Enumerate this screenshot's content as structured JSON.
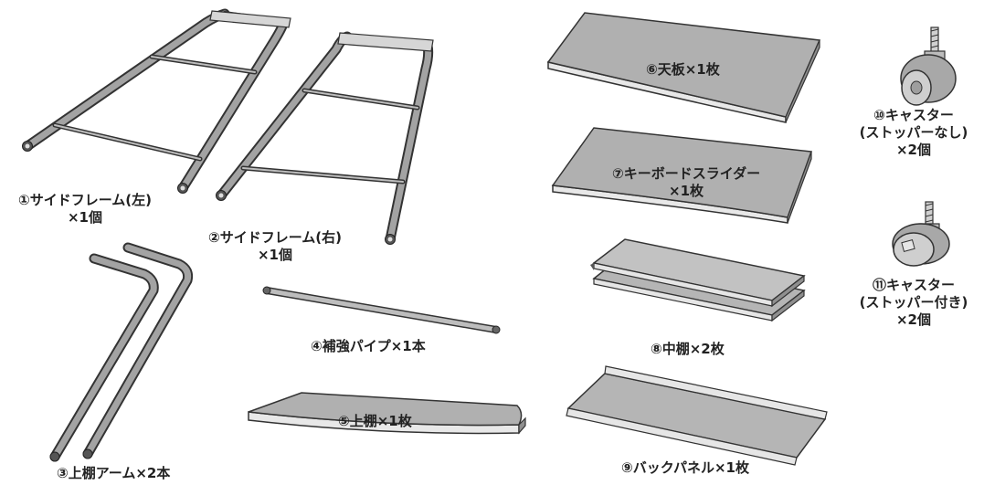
{
  "parts": [
    {
      "id": "side-frame-left",
      "lines": [
        "①サイドフレーム(左)",
        "×1個"
      ]
    },
    {
      "id": "side-frame-right",
      "lines": [
        "②サイドフレーム(右)",
        "×1個"
      ]
    },
    {
      "id": "upper-shelf-arm",
      "lines": [
        "③上棚アーム×2本"
      ]
    },
    {
      "id": "reinforcement-pipe",
      "lines": [
        "④補強パイプ×1本"
      ]
    },
    {
      "id": "upper-shelf",
      "lines": [
        "⑤上棚×1枚"
      ]
    },
    {
      "id": "top-board",
      "lines": [
        "⑥天板×1枚"
      ]
    },
    {
      "id": "keyboard-slider",
      "lines": [
        "⑦キーボードスライダー",
        "×1枚"
      ]
    },
    {
      "id": "middle-shelf",
      "lines": [
        "⑧中棚×2枚"
      ]
    },
    {
      "id": "back-panel",
      "lines": [
        "⑨バックパネル×1枚"
      ]
    },
    {
      "id": "caster-no-stopper",
      "lines": [
        "⑩キャスター",
        "(ストッパーなし)",
        "×2個"
      ]
    },
    {
      "id": "caster-with-stopper",
      "lines": [
        "⑪キャスター",
        "(ストッパー付き)",
        "×2個"
      ]
    }
  ],
  "colors": {
    "pipe": "#9a9a9a",
    "pipe_outline": "#3a3a3a",
    "board_top": "#b0b0b0",
    "board_edge": "#e6e6e6",
    "outline": "#333333",
    "text": "#222222"
  }
}
